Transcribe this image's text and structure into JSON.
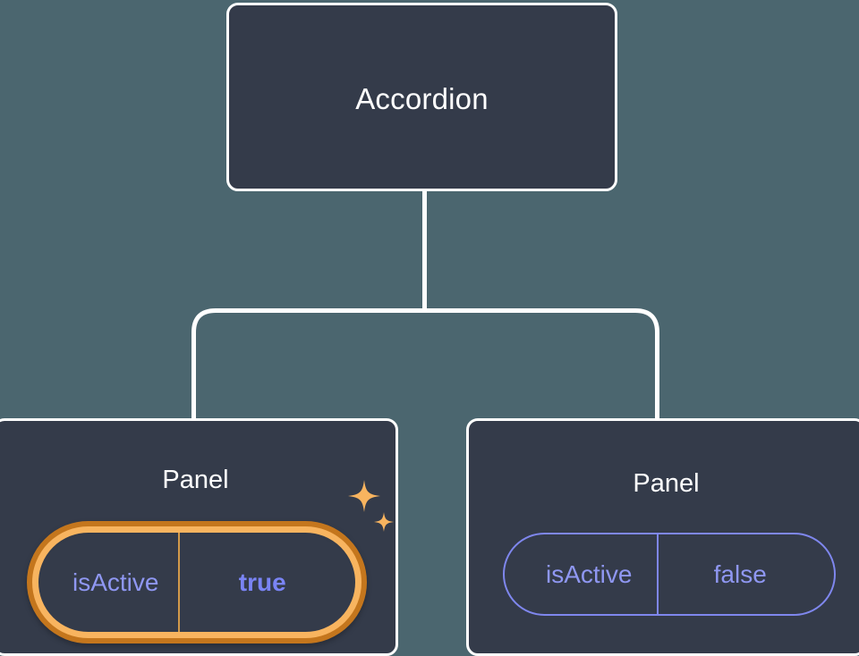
{
  "diagram": {
    "type": "component-tree",
    "background_color": "#4b666f",
    "node_fill_color": "#343b4a",
    "node_border_color": "#ffffff",
    "connector_color": "#ffffff",
    "accent_active_outer": "#c4761d",
    "accent_active_inner": "#f8b45f",
    "accent_prop_color": "#8f97f2",
    "sparkle_color": "#f8b45f"
  },
  "root": {
    "title": "Accordion"
  },
  "children": [
    {
      "title": "Panel",
      "highlighted": true,
      "prop": {
        "key": "isActive",
        "value": "true"
      }
    },
    {
      "title": "Panel",
      "highlighted": false,
      "prop": {
        "key": "isActive",
        "value": "false"
      }
    }
  ]
}
